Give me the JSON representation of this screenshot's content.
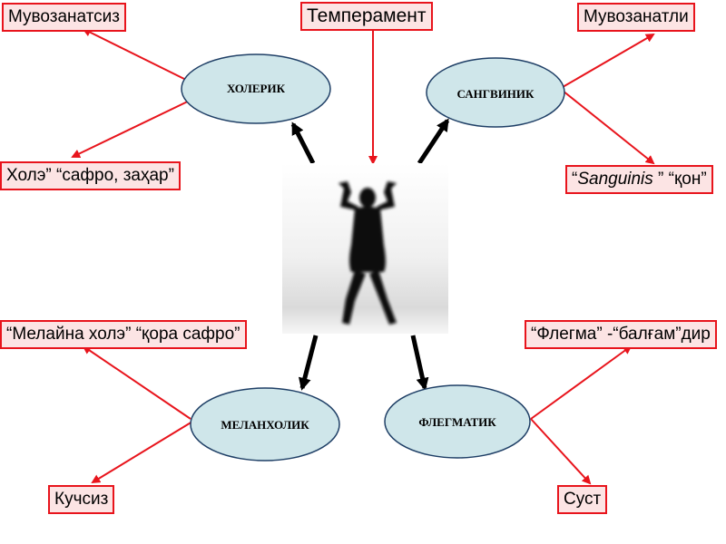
{
  "title": "Темперамент",
  "colors": {
    "box_border": "#e8141c",
    "box_fill": "#fce4e4",
    "ellipse_fill": "#cfe6ea",
    "ellipse_stroke": "#1f3f66",
    "red_line": "#e8141c",
    "black_arrow": "#000000"
  },
  "types": {
    "choleric": {
      "label": "ХОЛЕРИК",
      "top_note": "Мувозанатсиз",
      "bottom_note": "Холэ” “сафро, заҳар”"
    },
    "sanguine": {
      "label": "САНГВИНИК",
      "top_note": "Мувозанатли",
      "bottom_note_pre": "“",
      "bottom_note_italic": "Sanguinis",
      "bottom_note_post": " ” “қон”"
    },
    "melancholic": {
      "label": "МЕЛАНХОЛИК",
      "top_note": "“Мелайна холэ” “қора сафро”",
      "bottom_note": "Кучсиз"
    },
    "phlegmatic": {
      "label": "ФЛЕГМАТИК",
      "top_note": "“Флегма” -“балғам”дир",
      "bottom_note": "Суст"
    }
  },
  "center_image": "silhouette-person-arms-raised"
}
